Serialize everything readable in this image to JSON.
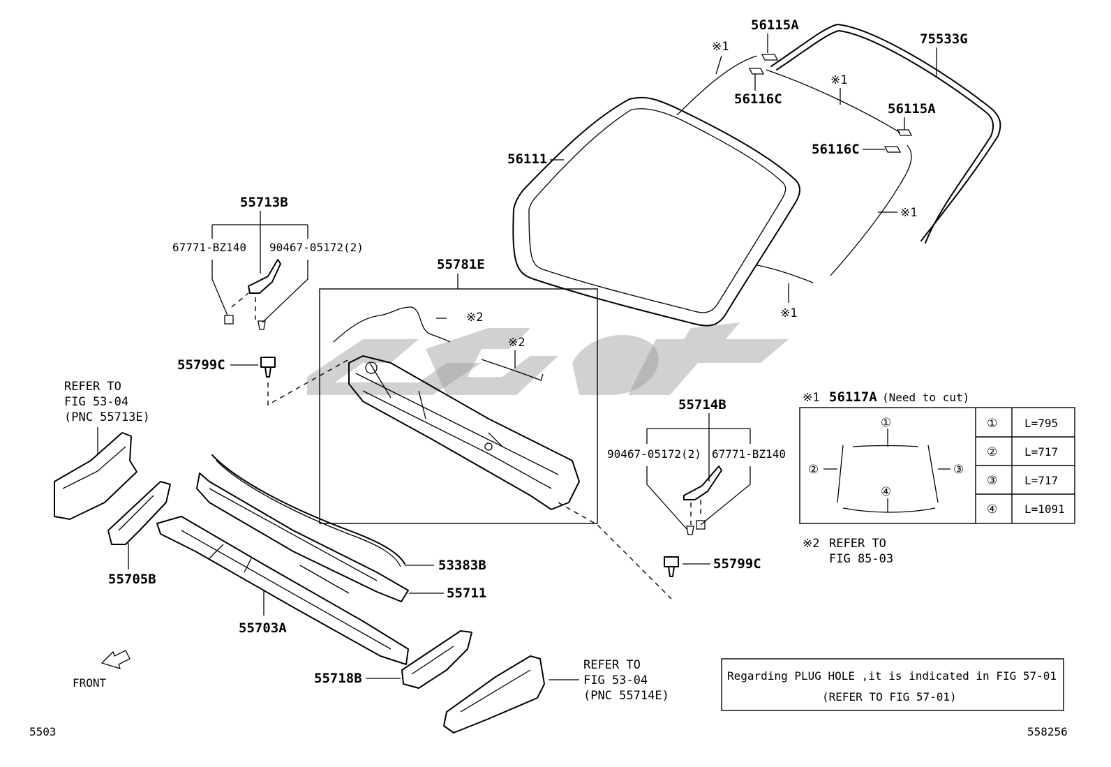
{
  "diagram_id": "558256",
  "page_code": "5503",
  "parts": {
    "p56115A_top": "56115A",
    "p75533G": "75533G",
    "p56116C_top": "56116C",
    "p56115A_right": "56115A",
    "p56116C_right": "56116C",
    "p56111": "56111",
    "p55713B": "55713B",
    "p67771_left": "67771-BZ140",
    "p90467_left": "90467-05172(2)",
    "p55781E": "55781E",
    "p55799C_left": "55799C",
    "p55714B": "55714B",
    "p90467_right": "90467-05172(2)",
    "p67771_right": "67771-BZ140",
    "p55799C_right": "55799C",
    "p53383B": "53383B",
    "p55711": "55711",
    "p55703A": "55703A",
    "p55705B": "55705B",
    "p55718B": "55718B"
  },
  "marks": {
    "m1_a": "※1",
    "m1_b": "※1",
    "m1_c": "※1",
    "m1_d": "※1",
    "m2_a": "※2",
    "m2_b": "※2"
  },
  "refer_left": [
    "REFER TO",
    "FIG 53-04",
    "(PNC 55713E)"
  ],
  "refer_right": [
    "REFER TO",
    "FIG 53-04",
    "(PNC 55714E)"
  ],
  "front_label": "FRONT",
  "cut_table": {
    "title_mark": "※1",
    "title_part": "56117A",
    "title_note": "(Need to cut)",
    "rows": [
      {
        "num": "①",
        "length": "L=795"
      },
      {
        "num": "②",
        "length": "L=717"
      },
      {
        "num": "③",
        "length": "L=717"
      },
      {
        "num": "④",
        "length": "L=1091"
      }
    ],
    "diagram_nums": [
      "①",
      "②",
      "③",
      "④"
    ]
  },
  "note2": {
    "mark": "※2",
    "line1": "REFER TO",
    "line2": "FIG 85-03"
  },
  "plug_note": {
    "line1": "Regarding PLUG HOLE ,it is indicated in FIG 57-01",
    "line2": "(REFER TO FIG 57-01)"
  }
}
